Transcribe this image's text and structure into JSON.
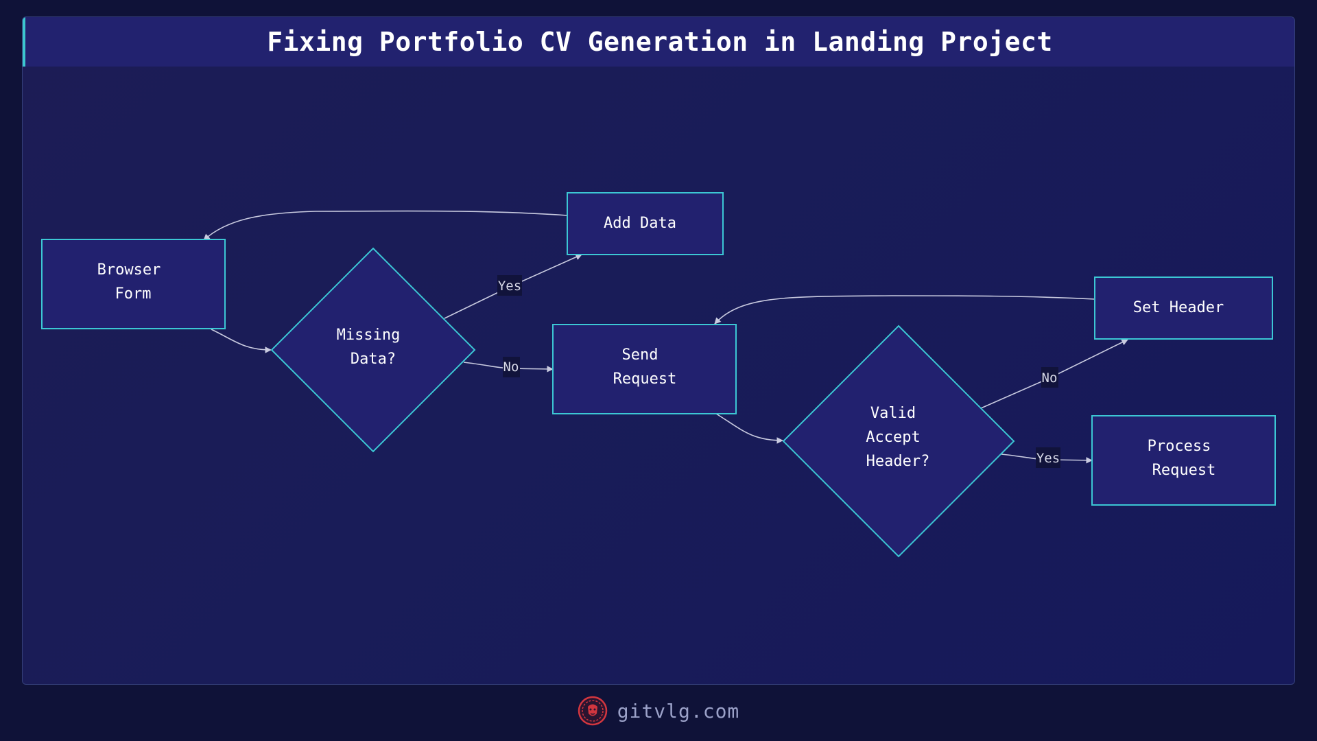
{
  "title": "Fixing Portfolio CV Generation in Landing Project",
  "nodes": {
    "browser_form": [
      "Browser",
      "Form"
    ],
    "missing_data": [
      "Missing",
      "Data?"
    ],
    "add_data": [
      "Add Data"
    ],
    "send_request": [
      "Send",
      "Request"
    ],
    "valid_accept_header": [
      "Valid",
      "Accept",
      "Header?"
    ],
    "set_header": [
      "Set Header"
    ],
    "process_request": [
      "Process",
      "Request"
    ]
  },
  "edges": {
    "missing_yes": "Yes",
    "missing_no": "No",
    "valid_no": "No",
    "valid_yes": "Yes"
  },
  "footer": {
    "brand": "gitvlg.com"
  },
  "colors": {
    "background": "#0f1238",
    "node_fill": "#22216f",
    "node_stroke": "#3cc7d4",
    "accent": "#3cc7cf",
    "logo": "#d2363f"
  }
}
